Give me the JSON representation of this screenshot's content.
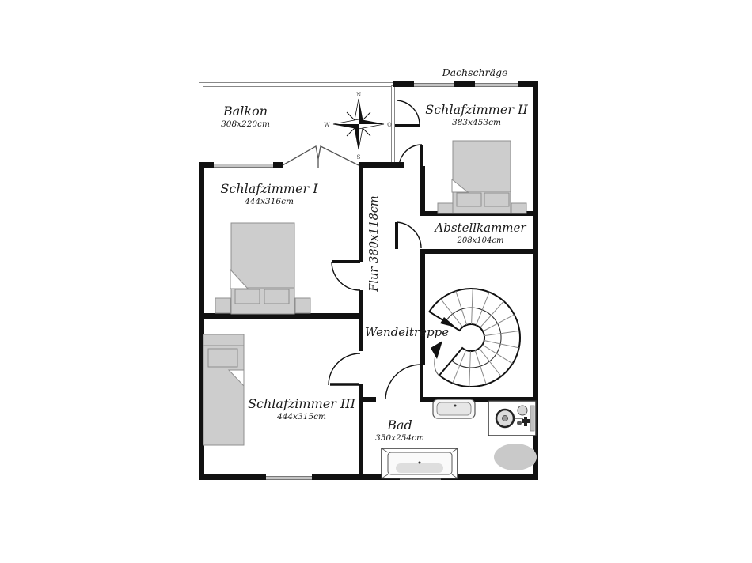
{
  "plan": {
    "attic_note": "Dachschräge",
    "rooms": [
      {
        "name": "Balkon",
        "dims": "308x220cm"
      },
      {
        "name": "Schlafzimmer I",
        "dims": "444x316cm"
      },
      {
        "name": "Schlafzimmer II",
        "dims": "383x453cm"
      },
      {
        "name": "Abstellkammer",
        "dims": "208x104cm"
      },
      {
        "name": "Flur",
        "dims": "380x118cm"
      },
      {
        "name": "Wendeltreppe"
      },
      {
        "name": "Schlafzimmer III",
        "dims": "444x315cm"
      },
      {
        "name": "Bad",
        "dims": "350x254cm"
      }
    ],
    "compass": {
      "n": "N",
      "e": "O",
      "s": "S",
      "w": "W"
    },
    "colors": {
      "wall": "#111111",
      "furniture_fill": "#cdcdcd",
      "furniture_stroke": "#8f8f8f",
      "window": "#c4c4c4",
      "rug": "#c9c9c9",
      "text": "#1a1a1a"
    }
  }
}
